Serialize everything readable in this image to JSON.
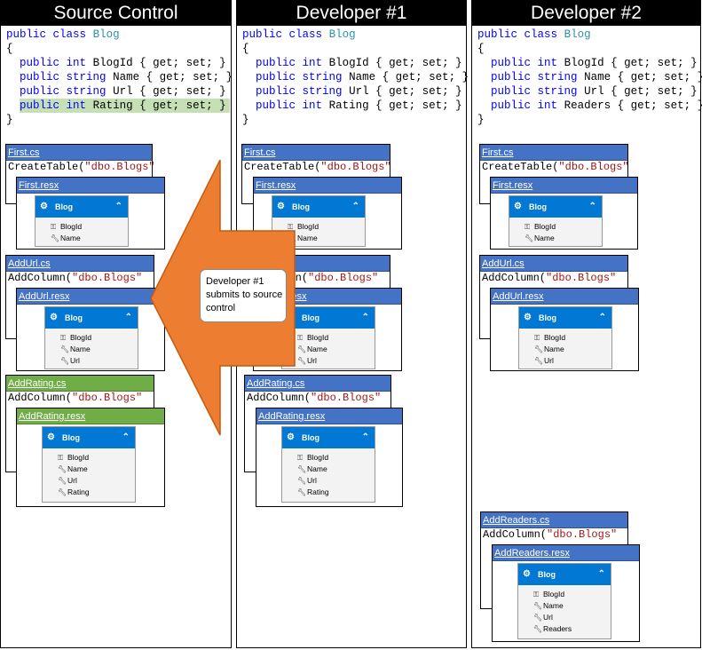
{
  "columns": [
    {
      "title": "Source Control"
    },
    {
      "title": "Developer #1"
    },
    {
      "title": "Developer #2"
    }
  ],
  "code": {
    "public": "public",
    "class": "class",
    "classname": "Blog",
    "int": "int",
    "string": "string",
    "open": "{",
    "close": "}",
    "get": "{ get; set; }",
    "blogid": "BlogId",
    "name": "Name",
    "url": "Url",
    "rating": "Rating",
    "readers": "Readers"
  },
  "files": {
    "first_cs": "First.cs",
    "first_resx": "First.resx",
    "addurl_cs": "AddUrl.cs",
    "addurl_resx": "AddUrl.resx",
    "addrating_cs": "AddRating.cs",
    "addrating_resx": "AddRating.resx",
    "addreaders_cs": "AddReaders.cs",
    "addreaders_resx": "AddReaders.resx",
    "create_table": "CreateTable(",
    "add_column": "AddColumn(",
    "dbo_blogs": "\"dbo.Blogs\"",
    "quote": "\""
  },
  "entity": {
    "name": "Blog",
    "props": {
      "blogid": "BlogId",
      "name": "Name",
      "url": "Url",
      "rating": "Rating",
      "readers": "Readers"
    }
  },
  "callout": {
    "text": "Developer #1 submits to source control"
  },
  "colors": {
    "file_bar": "#4472c4",
    "file_bar_new": "#70ad47",
    "arrow": "#ed7d31",
    "entity_header": "#0078d4",
    "highlight": "#c5e0b4"
  }
}
